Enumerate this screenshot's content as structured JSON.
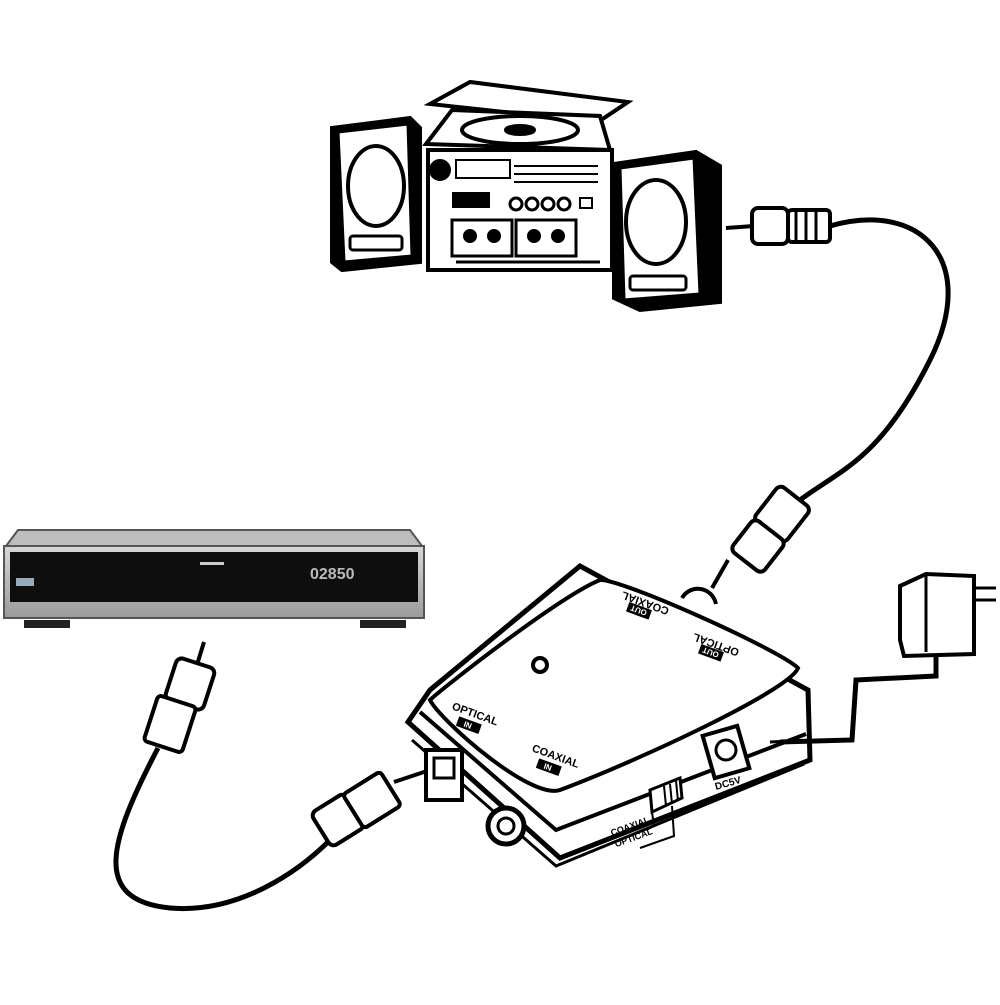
{
  "diagram": {
    "type": "connection-diagram",
    "description": "Audio converter hookup: Blu-ray player to converter box to stereo system",
    "devices": {
      "player": {
        "label": "Blu-ray player",
        "display": "02850"
      },
      "stereo": {
        "label": "Stereo system with turntable and speakers"
      },
      "converter": {
        "label": "Digital audio converter",
        "top_labels": {
          "coaxial_out": {
            "name": "COAXIAL",
            "tag": "OUT"
          },
          "optical_out": {
            "name": "OPTICAL",
            "tag": "OUT"
          },
          "optical_in": {
            "name": "OPTICAL",
            "tag": "IN"
          },
          "coaxial_in": {
            "name": "COAXIAL",
            "tag": "IN"
          }
        },
        "switch": {
          "option_1": "COAXIAL",
          "option_2": "OPTICAL"
        },
        "power_jack": "DC5V"
      },
      "power_adapter": {
        "label": "AC power adapter"
      }
    },
    "connections": [
      {
        "from": "player",
        "to": "converter optical in",
        "cable": "RCA"
      },
      {
        "from": "converter coaxial out",
        "to": "stereo",
        "cable": "RCA"
      },
      {
        "from": "power adapter",
        "to": "converter DC5V",
        "cable": "DC"
      }
    ]
  }
}
